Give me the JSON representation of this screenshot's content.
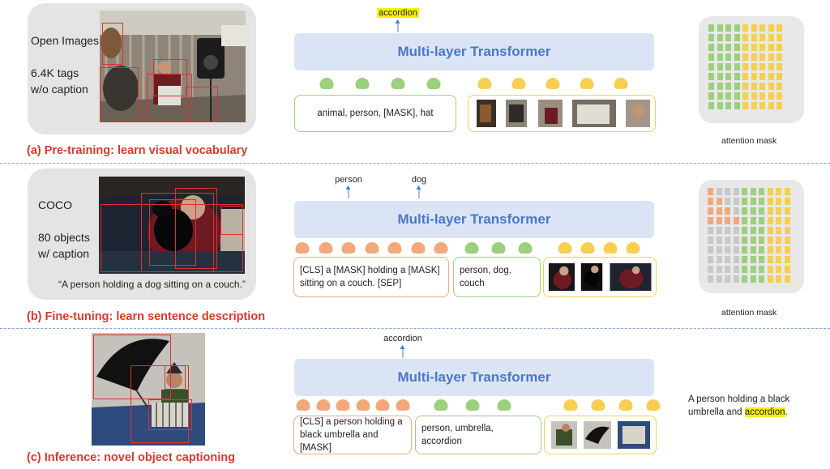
{
  "sections": {
    "a": {
      "title": "(a) Pre-training: learn visual vocabulary",
      "panel_lines": "Open Images\n\n6.4K tags\nw/o caption",
      "output_label": "accordion",
      "transformer_label": "Multi-layer Transformer",
      "input_text": "animal,  person, [MASK],  hat",
      "mask_label": "attention mask",
      "text_tokens": 4,
      "image_tokens": 5
    },
    "b": {
      "title": "(b) Fine-tuning: learn sentence description",
      "panel_lines": "COCO\n\n80 objects\nw/ caption",
      "caption_quote": "“A person holding a dog sitting on a couch.”",
      "output_labels": [
        "person",
        "dog"
      ],
      "transformer_label": "Multi-layer Transformer",
      "caption_input": "[CLS]  a [MASK] holding a [MASK] sitting on a couch. [SEP]",
      "tag_input": "person, dog, couch",
      "mask_label": "attention mask",
      "caption_tokens": 7,
      "tag_tokens": 3,
      "image_tokens": 4
    },
    "c": {
      "title": "(c) Inference: novel object captioning",
      "output_label": "accordion",
      "transformer_label": "Multi-layer Transformer",
      "caption_input": "[CLS] a person holding a black umbrella and [MASK]",
      "tag_input": "person, umbrella, accordion",
      "result_prefix": "A person holding a black umbrella and",
      "result_highlight": "accordion",
      "result_suffix": ".",
      "caption_tokens": 6,
      "tag_tokens": 3,
      "image_tokens": 4
    }
  },
  "colors": {
    "green": "#9ccf7e",
    "yellow": "#f6cf52",
    "orange": "#f2a87a",
    "grey": "#c8c8c8",
    "title_red": "#d63a2e",
    "transformer_blue": "#4a78c8",
    "highlight": "#f6f000"
  },
  "attention_masks": {
    "a": {
      "rows": [
        "GGGGYYYYY",
        "GGGGYYYYY",
        "GGGGYYYYY",
        "GGGGYYYYY",
        "GGGGYYYYY",
        "GGGGYYYYY",
        "GGGGYYYYY",
        "GGGGYYYYY",
        "GGGGYYYYY"
      ]
    },
    "b": {
      "rows": [
        "OXXXGGGYYY",
        "OOXXGGGYYY",
        "OOOXGGGYYY",
        "OOOOGGGYYY",
        "XXXXGGGYYY",
        "XXXXGGGYYY",
        "XXXXGGGYYY",
        "XXXXGGGYYY",
        "XXXXGGGYYY",
        "XXXXGGGYYY"
      ]
    }
  }
}
